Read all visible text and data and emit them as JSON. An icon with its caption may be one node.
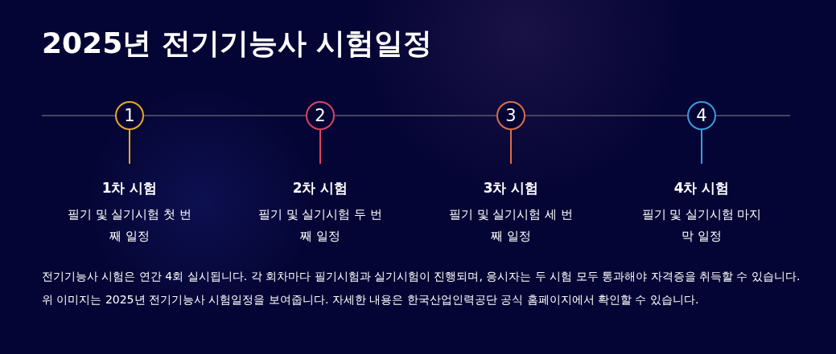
{
  "diagram": {
    "title": "2025년 전기기능사 시험일정",
    "nodes": [
      {
        "text": [
          "1"
        ]
      },
      {
        "text": [
          "2"
        ]
      },
      {
        "text": [
          "3"
        ]
      },
      {
        "text": [
          "4"
        ]
      },
      {
        "text": [
          "1차 시험",
          "필기 및 실기시험 첫 번째 일정"
        ]
      },
      {
        "text": [
          "2차 시험",
          "필기 및 실기시험 두 번째 일정"
        ]
      },
      {
        "text": [
          "3차 시험",
          "필기 및 실기시험 세 번째 일정"
        ]
      },
      {
        "text": [
          "4차 시험",
          "필기 및 실기시험 마지막 일정"
        ]
      }
    ],
    "edges": [
      {
        "from": 0,
        "to": 1,
        "arrow": "none"
      },
      {
        "from": 1,
        "to": 2,
        "arrow": "none"
      },
      {
        "from": 2,
        "to": 3,
        "arrow": "none"
      },
      {
        "from": 0,
        "to": 4,
        "arrow": "none",
        "color": "#e8a921"
      },
      {
        "from": 1,
        "to": 5,
        "arrow": "none",
        "color": "#d9445f"
      },
      {
        "from": 2,
        "to": 6,
        "arrow": "none",
        "color": "#d8704c"
      },
      {
        "from": 3,
        "to": 7,
        "arrow": "none",
        "color": "#3b9be0"
      }
    ],
    "labels": [
      "전기기능사 시험은 연간 4회 실시됩니다. 각 회차마다 필기시험과 실기시험이 진행되며, 응시자는 두 시험 모두 통과해야 자격증을 취득할 수 있습니다. 위 이미지는 2025년 전기기능사 시험일정을 보여줍니다. 자세한 내용은 한국산업인력공단 공식 홈페이지에서 확인할 수 있습니다."
    ]
  }
}
